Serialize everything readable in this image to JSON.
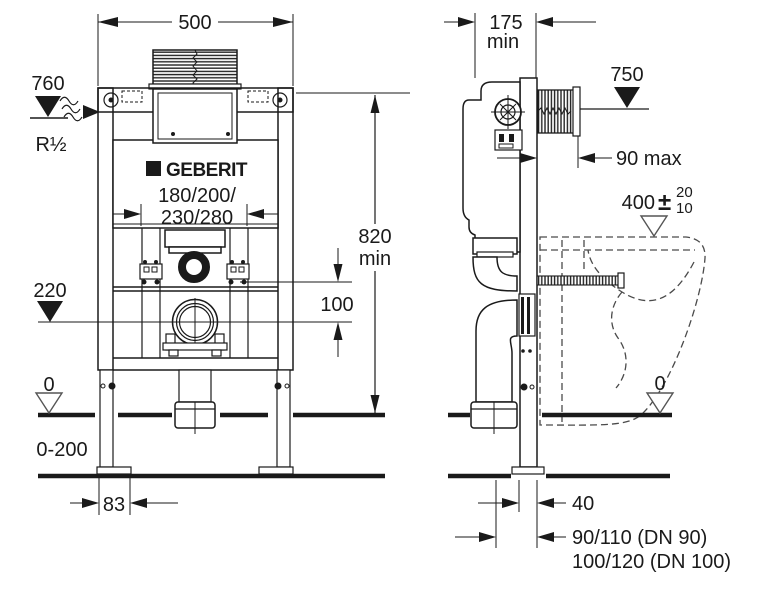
{
  "front_view": {
    "width": "500",
    "supply_height": "760",
    "supply_thread": "R½",
    "brand": "GEBERIT",
    "opening_sizes_line1": "180/200/",
    "opening_sizes_line2": "230/280",
    "outlet_height": "220",
    "height_value": "820",
    "height_unit": "min",
    "spacing": "100",
    "floor_level": "0",
    "floor_range": "0-200",
    "foot_width": "83"
  },
  "side_view": {
    "depth_value": "175",
    "depth_unit": "min",
    "supply_height": "750",
    "protrusion": "90 max",
    "pan_height": "400",
    "plus_minus": "±",
    "tolerance_plus": "20",
    "tolerance_minus": "10",
    "floor_level": "0",
    "outlet_distance": "40",
    "drain_size_line1": "90/110 (DN 90)",
    "drain_size_line2": "100/120 (DN 100)"
  }
}
